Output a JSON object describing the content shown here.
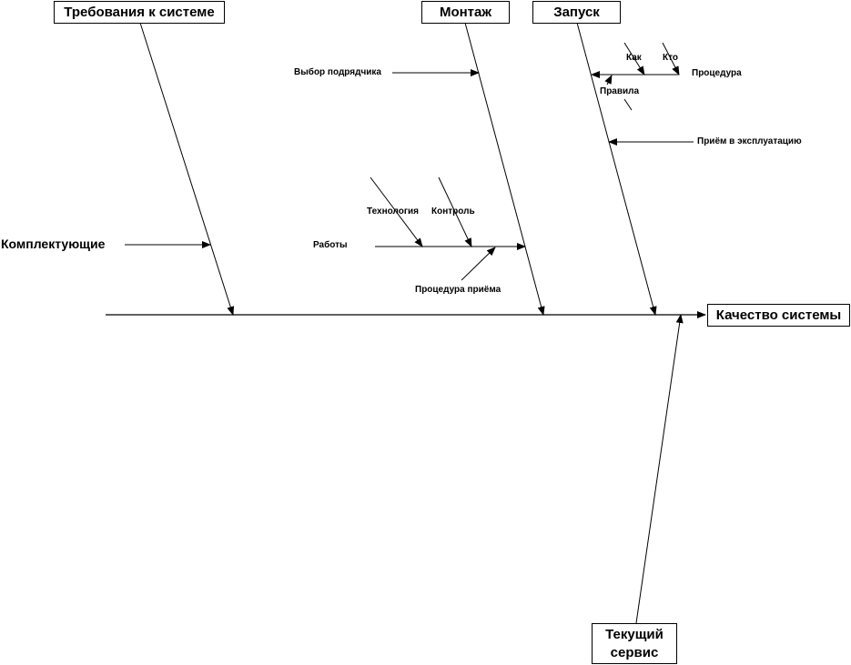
{
  "diagram": {
    "type": "fishbone",
    "effect": "Качество системы",
    "categories": {
      "requirements": "Требования к системе",
      "assembly": "Монтаж",
      "launch": "Запуск",
      "components": "Комплектующие",
      "service_line1": "Текущий",
      "service_line2": "сервис"
    },
    "causes": {
      "contractor_choice": "Выбор подрядчика",
      "works": "Работы",
      "technology": "Технология",
      "control": "Контроль",
      "acceptance_procedure": "Процедура приёма",
      "procedure": "Процедура",
      "how": "Как",
      "who": "Кто",
      "rules": "Правила",
      "commissioning": "Приём в эксплуатацию"
    },
    "colors": {
      "line": "#000000",
      "works_line": "#555555",
      "background": "#ffffff"
    }
  }
}
